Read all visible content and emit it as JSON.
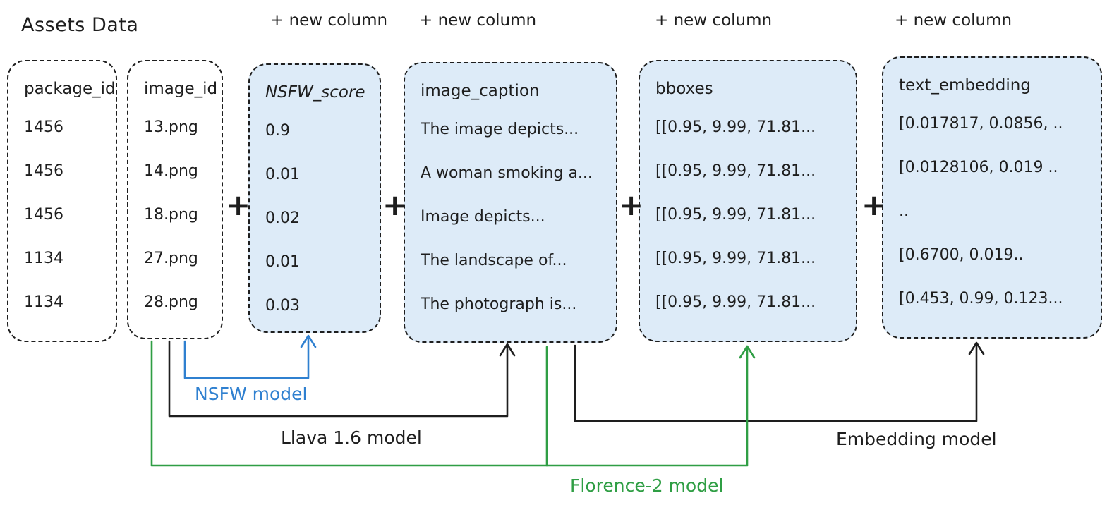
{
  "title": "Assets Data",
  "new_column_label": "+ new column",
  "plus": "+",
  "columns": [
    {
      "header": "package_id",
      "values": [
        "1456",
        "1456",
        "1456",
        "1134",
        "1134"
      ]
    },
    {
      "header": "image_id",
      "values": [
        "13.png",
        "14.png",
        "18.png",
        "27.png",
        "28.png"
      ]
    },
    {
      "header": "NSFW_score",
      "values": [
        "0.9",
        "0.01",
        "0.02",
        "0.01",
        "0.03"
      ]
    },
    {
      "header": "image_caption",
      "values": [
        "The image depicts...",
        "A woman smoking a...",
        "Image depicts...",
        "The landscape of...",
        "The photograph is..."
      ]
    },
    {
      "header": "bboxes",
      "values": [
        "[[0.95, 9.99, 71.81...",
        "[[0.95, 9.99, 71.81...",
        "[[0.95, 9.99, 71.81...",
        "[[0.95, 9.99, 71.81...",
        "[[0.95, 9.99, 71.81..."
      ]
    },
    {
      "header": "text_embedding",
      "values": [
        "[0.017817, 0.0856, ..",
        "[0.0128106, 0.019 ..",
        "..",
        "[0.6700, 0.019..",
        "[0.453, 0.99, 0.123..."
      ]
    }
  ],
  "model_labels": {
    "nsfw": "NSFW model",
    "llava": "Llava 1.6 model",
    "embedding": "Embedding model",
    "florence": "Florence-2 model"
  },
  "colors": {
    "ink": "#1e1e1e",
    "blue": "#2f80d0",
    "green": "#2f9e44",
    "column_fill": "#ddebf8"
  }
}
